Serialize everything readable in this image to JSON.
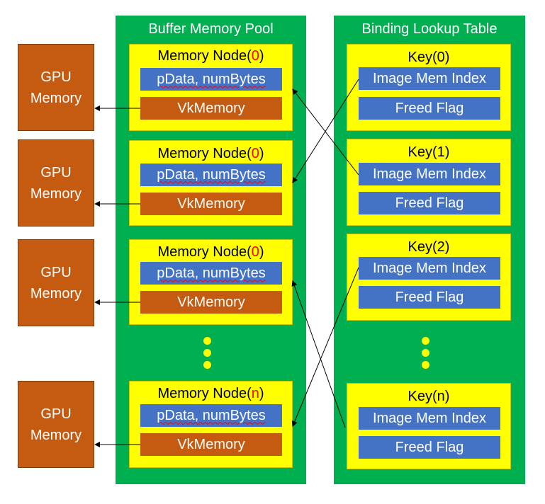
{
  "gpu_memory_label": [
    "GPU",
    "Memory"
  ],
  "pool": {
    "title": "Buffer Memory Pool",
    "nodes": [
      {
        "prefix": "Memory Node(",
        "index": "0",
        "suffix": ")",
        "data": "pData, numBytes",
        "memory": "VkMemory"
      },
      {
        "prefix": "Memory Node(",
        "index": "0",
        "suffix": ")",
        "data": "pData, numBytes",
        "memory": "VkMemory"
      },
      {
        "prefix": "Memory Node(",
        "index": "0",
        "suffix": ")",
        "data": "pData, numBytes",
        "memory": "VkMemory"
      },
      {
        "prefix": "Memory Node(",
        "index": "n",
        "suffix": ")",
        "data": "pData, numBytes",
        "memory": "VkMemory"
      }
    ]
  },
  "table": {
    "title": "Binding Lookup Table",
    "keys": [
      {
        "label": "Key(0)",
        "index_field": "Image Mem Index",
        "flag_field": "Freed Flag"
      },
      {
        "label": "Key(1)",
        "index_field": "Image Mem Index",
        "flag_field": "Freed Flag"
      },
      {
        "label": "Key(2)",
        "index_field": "Image Mem Index",
        "flag_field": "Freed Flag"
      },
      {
        "label": "Key(n)",
        "index_field": "Image Mem Index",
        "flag_field": "Freed Flag"
      }
    ]
  },
  "colors": {
    "panel": "#00b050",
    "node_box": "#ffff00",
    "field_blue": "#4472c4",
    "memory_orange": "#c55a11",
    "index_highlight": "#ff0000"
  }
}
